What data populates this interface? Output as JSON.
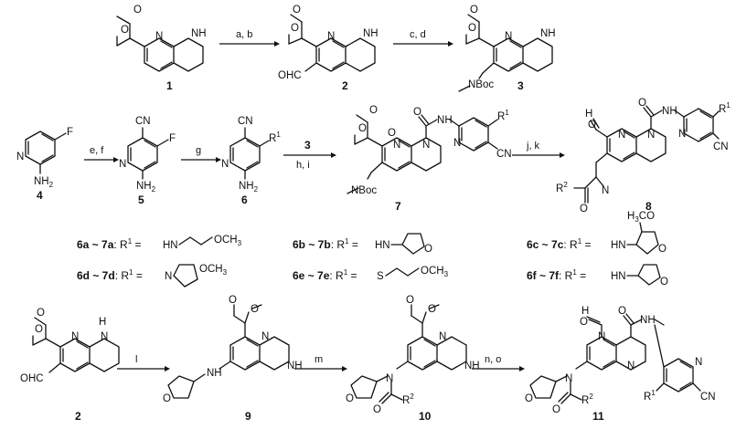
{
  "compounds": {
    "c1": "1",
    "c2": "2",
    "c3": "3",
    "c4": "4",
    "c5": "5",
    "c6": "6",
    "c7": "7",
    "c8": "8",
    "c2b": "2",
    "c9": "9",
    "c10": "10",
    "c11": "11"
  },
  "conditions": {
    "ab": "a, b",
    "cd": "c, d",
    "ef": "e, f",
    "g": "g",
    "r3": "3",
    "hi": "h, i",
    "jk": "j, k",
    "l": "l",
    "m": "m",
    "no": "n, o"
  },
  "atoms": {
    "N": "N",
    "H": "H",
    "O": "O",
    "F": "F",
    "CN": "CN",
    "OHC": "OHC",
    "NBoc": "NBoc",
    "NH": "NH",
    "NH2": "NH",
    "two": "2",
    "R": "R",
    "one": "1",
    "OCH3": "OCH",
    "three": "3",
    "H3CO": "H",
    "S": "S",
    "HN": "HN"
  },
  "substituents": {
    "a": {
      "label": "6a ~ 7a",
      "tail": ": R"
    },
    "b": {
      "label": "6b ~ 7b",
      "tail": ": R"
    },
    "c": {
      "label": "6c ~ 7c",
      "tail": ": R"
    },
    "d": {
      "label": "6d ~ 7d",
      "tail": ": R"
    },
    "e": {
      "label": "6e ~ 7e",
      "tail": ": R"
    },
    "f": {
      "label": "6f ~ 7f",
      "tail": ": R"
    }
  }
}
